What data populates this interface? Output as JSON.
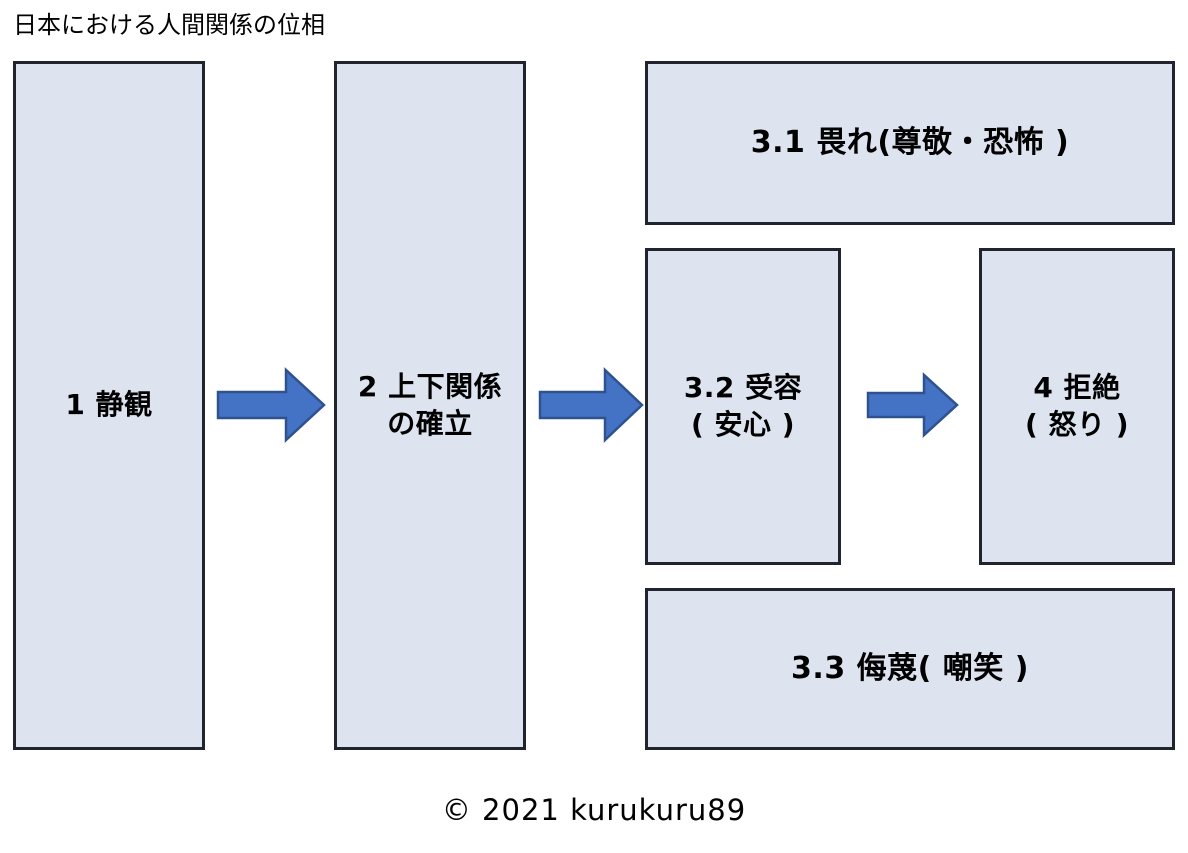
{
  "diagram": {
    "title": "日本における人間関係の位相",
    "footer": "©  2021 kurukuru89",
    "colors": {
      "node_fill": "#dee3f0",
      "node_border": "#21242e",
      "arrow_fill": "#4472c4",
      "arrow_border": "#2f528f",
      "text": "#000000",
      "background": "#ffffff"
    },
    "nodes": [
      {
        "id": "1",
        "label": "1 静観"
      },
      {
        "id": "2",
        "label": "2 上下関係\nの確立"
      },
      {
        "id": "3.1",
        "label": "3.1 畏れ(尊敬・恐怖 )"
      },
      {
        "id": "3.2",
        "label": "3.2 受容\n( 安心 )"
      },
      {
        "id": "3.3",
        "label": "3.3 侮蔑( 嘲笑 )"
      },
      {
        "id": "4",
        "label": "4 拒絶\n( 怒り )"
      }
    ],
    "arrows": [
      {
        "id": "arrow-1-to-2",
        "from": "1",
        "to": "2"
      },
      {
        "id": "arrow-2-to-3",
        "from": "2",
        "to": "3.2"
      },
      {
        "id": "arrow-3-to-4",
        "from": "3.2",
        "to": "4"
      }
    ]
  }
}
